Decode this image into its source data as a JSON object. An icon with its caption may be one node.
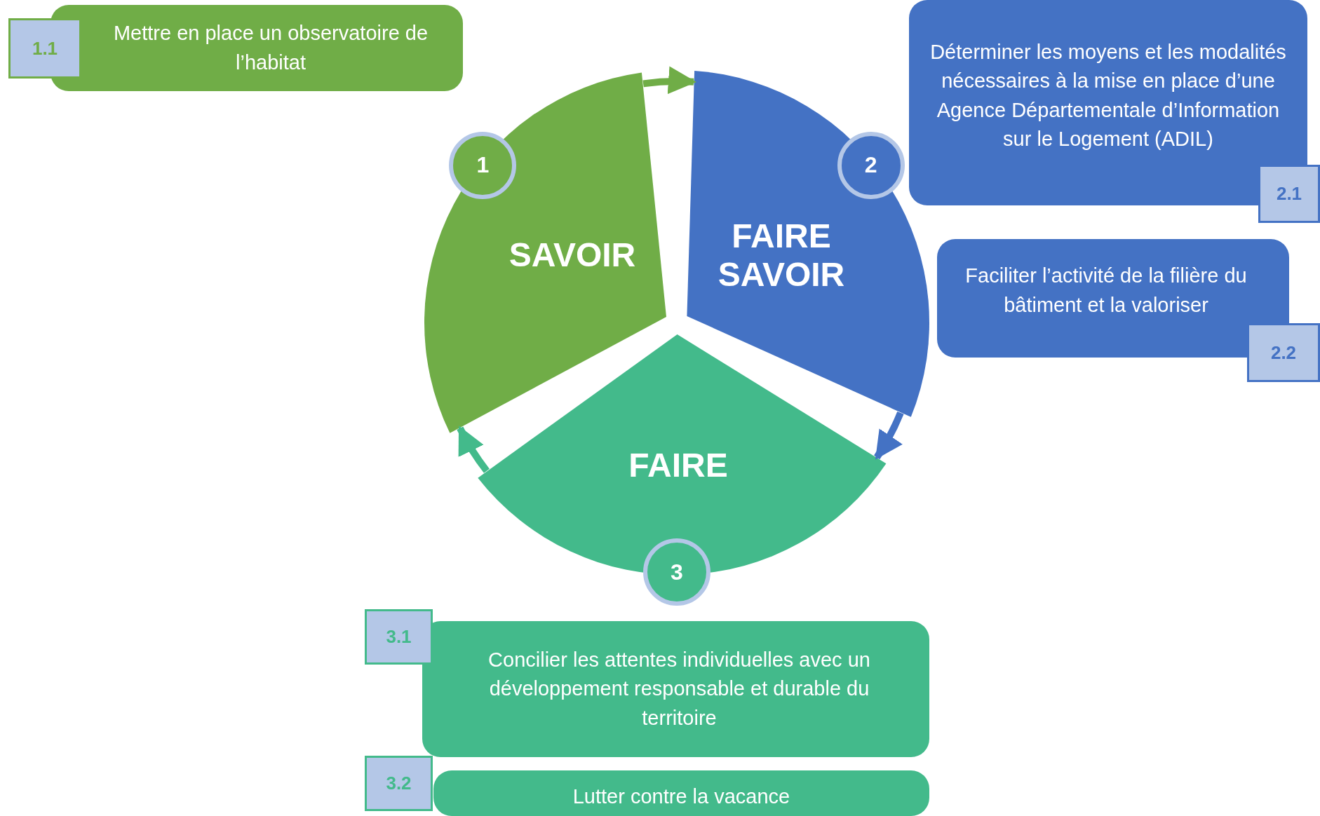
{
  "diagram": {
    "nodes": [
      {
        "text": [
          "1",
          "SAVOIR"
        ]
      },
      {
        "text": [
          "2",
          "FAIRE SAVOIR"
        ]
      },
      {
        "text": [
          "FAIRE",
          "3"
        ]
      },
      {
        "text": [
          "1.1",
          "Mettre en place un observatoire de l’habitat"
        ]
      },
      {
        "text": [
          "Déterminer les moyens et les modalités nécessaires à la mise en place d’une Agence Départementale d’Information sur le Logement (ADIL)",
          "2.1"
        ]
      },
      {
        "text": [
          "2.2",
          "Faciliter l’activité de la filière du bâtiment et la valoriser"
        ]
      },
      {
        "text": [
          "3.1",
          "Concilier les attentes individuelles avec un développement responsable et durable du  territoire"
        ]
      },
      {
        "text": [
          "3.2",
          "Lutter contre la vacance"
        ]
      }
    ],
    "edges": [
      {
        "from": 0,
        "to": 1,
        "arrow": "to",
        "color": "#70ad47"
      },
      {
        "from": 1,
        "to": 2,
        "arrow": "to",
        "color": "#4472c4"
      },
      {
        "from": 2,
        "to": 0,
        "arrow": "to",
        "color": "#43ba8b"
      }
    ]
  }
}
